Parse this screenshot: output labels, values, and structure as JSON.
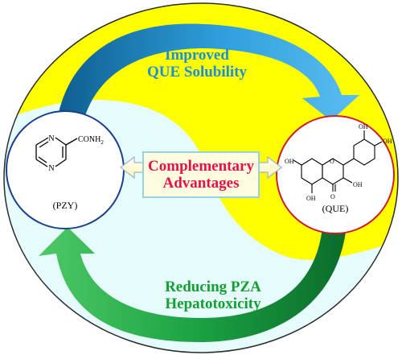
{
  "top_label": {
    "line1": "Improved",
    "line2": "QUE Solubility"
  },
  "bottom_label": {
    "line1": "Reducing PZA",
    "line2": "Hepatotoxicity"
  },
  "center_label": {
    "line1": "Complementary",
    "line2": "Advantages"
  },
  "left_molecule": {
    "caption": "(PZY)",
    "group": "CONH",
    "subscript": "2"
  },
  "right_molecule": {
    "caption": "(QUE)",
    "oh": "OH",
    "o": "O"
  },
  "colors": {
    "yellow": "#ffff00",
    "light_blue": "#e6fbfb",
    "blue_text": "#1c8fd8",
    "green_text": "#12a030",
    "red_text": "#e8104a",
    "left_circle_border": "#1b3f8f",
    "right_circle_border": "#cc1f2a",
    "center_box_border": "#9ccfe0"
  }
}
